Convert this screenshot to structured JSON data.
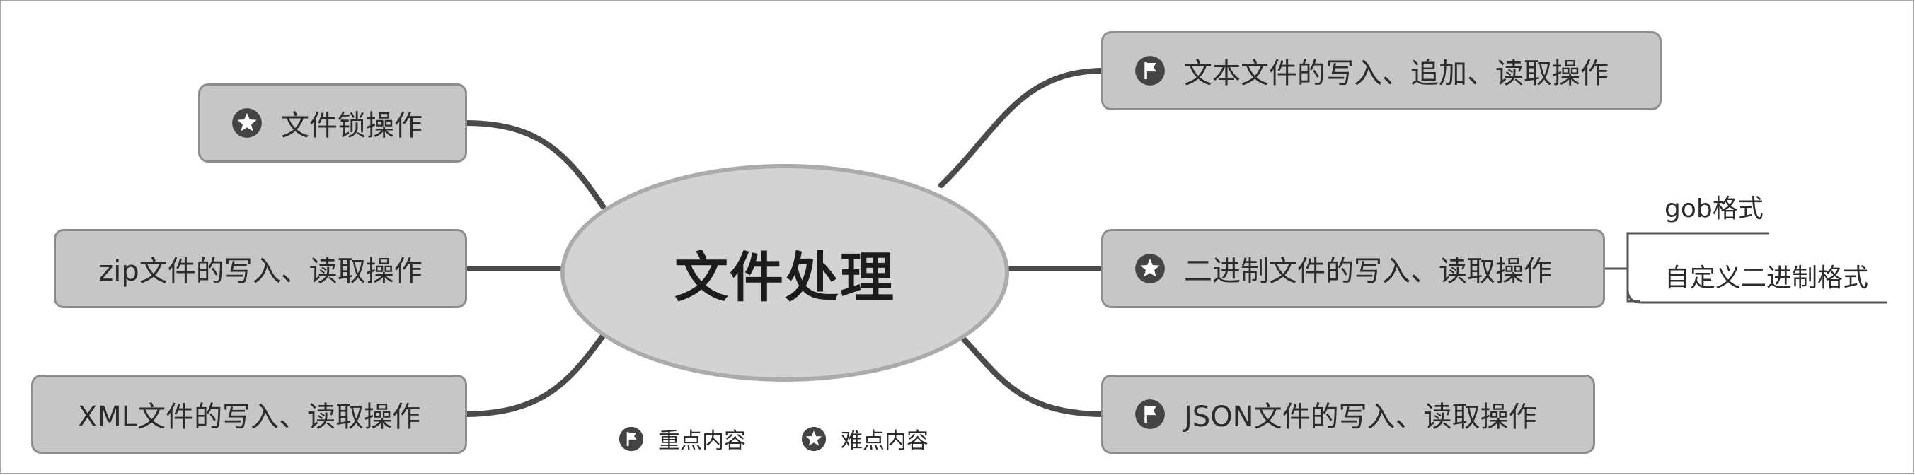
{
  "diagram": {
    "central_topic": "文件处理",
    "left_branches": [
      {
        "label": "文件锁操作",
        "marker": "star-icon"
      },
      {
        "label": "zip文件的写入、读取操作",
        "marker": ""
      },
      {
        "label": "XML文件的写入、读取操作",
        "marker": ""
      }
    ],
    "right_branches": [
      {
        "label": "文本文件的写入、追加、读取操作",
        "marker": "flag-icon"
      },
      {
        "label": "二进制文件的写入、读取操作",
        "marker": "star-icon",
        "subtopics": [
          "gob格式",
          "自定义二进制格式"
        ]
      },
      {
        "label": "JSON文件的写入、读取操作",
        "marker": "flag-icon"
      }
    ]
  },
  "legend": [
    {
      "icon": "flag-icon",
      "label": "重点内容"
    },
    {
      "icon": "star-icon",
      "label": "难点内容"
    }
  ],
  "colors": {
    "node_fill": "#c6c6c6",
    "node_border": "#8d8d8d",
    "center_fill": "#d3d3d3",
    "connector": "#4a4a4a",
    "icon_fill": "#444444"
  }
}
